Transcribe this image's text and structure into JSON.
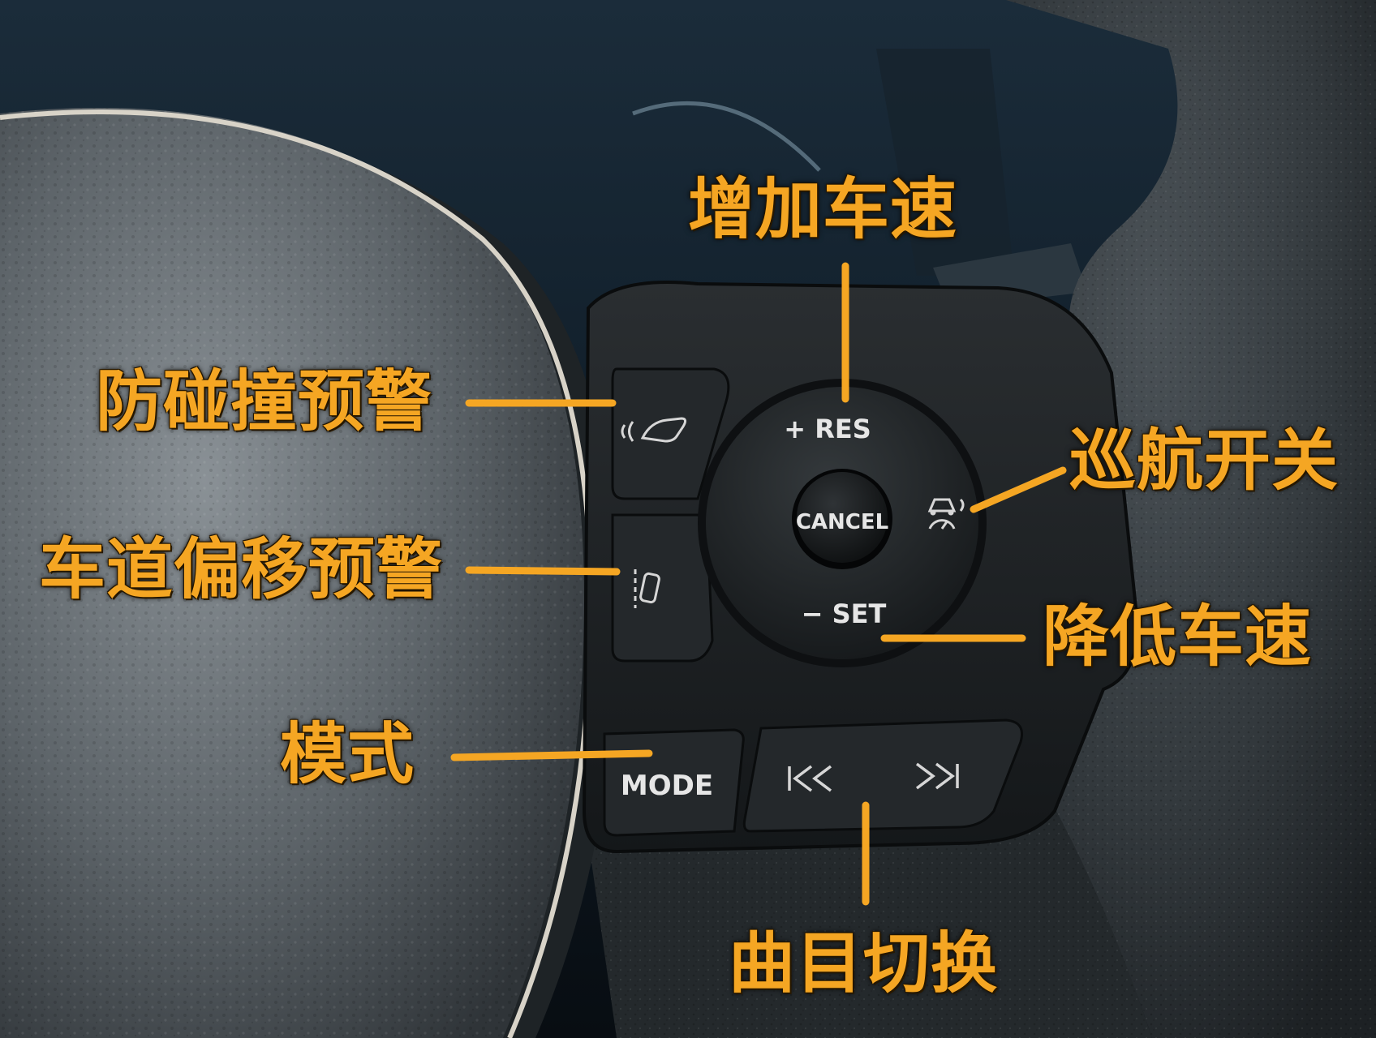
{
  "annotations": {
    "increase_speed": "增加车速",
    "collision_warning": "防碰撞预警",
    "cruise_switch": "巡航开关",
    "lane_departure_warning": "车道偏移预警",
    "decrease_speed": "降低车速",
    "mode": "模式",
    "track_switch": "曲目切换"
  },
  "buttons": {
    "res": "+ RES",
    "cancel": "CANCEL",
    "set": "− SET",
    "mode": "MODE"
  },
  "colors": {
    "label": "#f5a623",
    "button_text": "#e6e6e6"
  },
  "icons": [
    "pre-collision-icon",
    "lane-departure-icon",
    "radar-cruise-icon",
    "previous-track-icon",
    "next-track-icon"
  ]
}
